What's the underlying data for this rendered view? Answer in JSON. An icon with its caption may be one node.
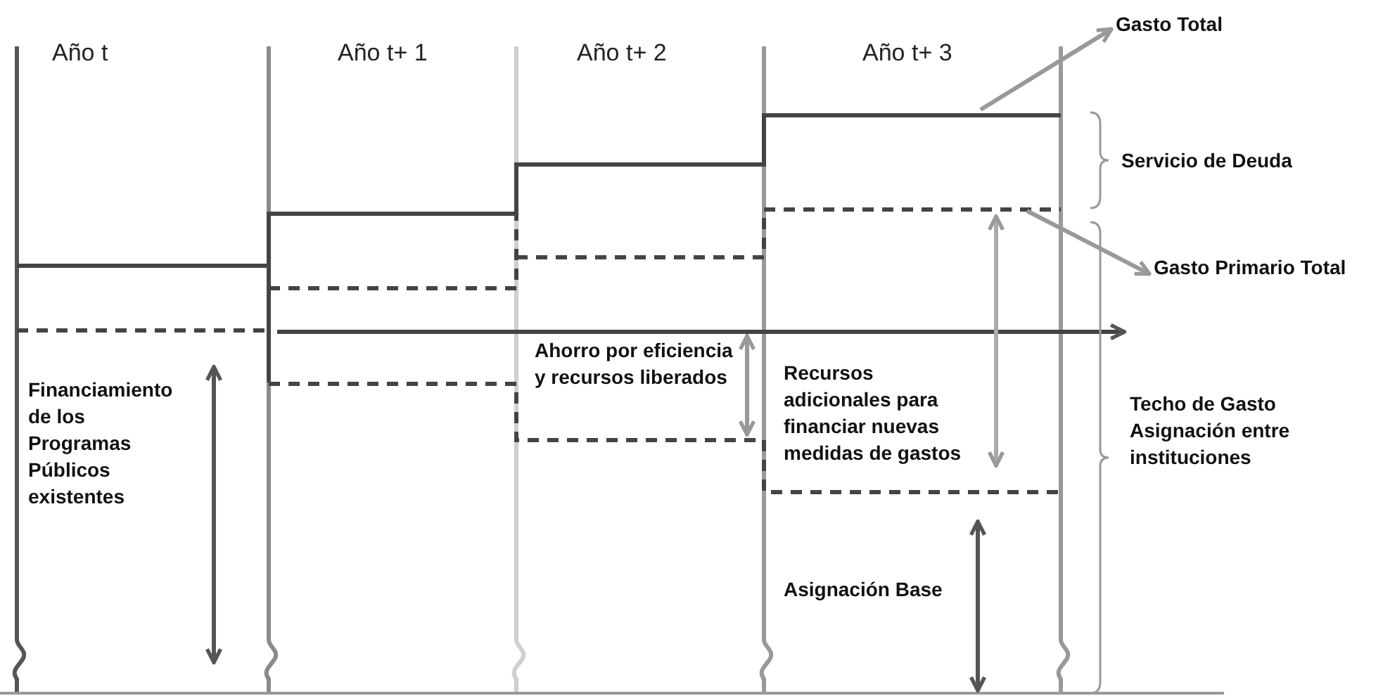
{
  "diagram": {
    "nodes": [
      {
        "text": [
          "Gasto Total"
        ]
      },
      {
        "text": [
          "Gasto Primario Total"
        ]
      }
    ],
    "edges": [
      {
        "from": null,
        "to": 0,
        "arrow": "to"
      },
      {
        "from": null,
        "to": 1,
        "arrow": "to"
      }
    ],
    "labels": [
      "Año t",
      "Año t+ 1",
      "Año t+ 2",
      "Año t+ 3",
      "Servicio de Deuda",
      "Financiamiento de los Programas Públicos existentes",
      "Ahorro por eficiencia y recursos liberados",
      "Recursos adicionales para financiar nuevas medidas de gastos",
      "Techo de Gasto Asignación entre instituciones",
      "Asignación Base"
    ]
  }
}
